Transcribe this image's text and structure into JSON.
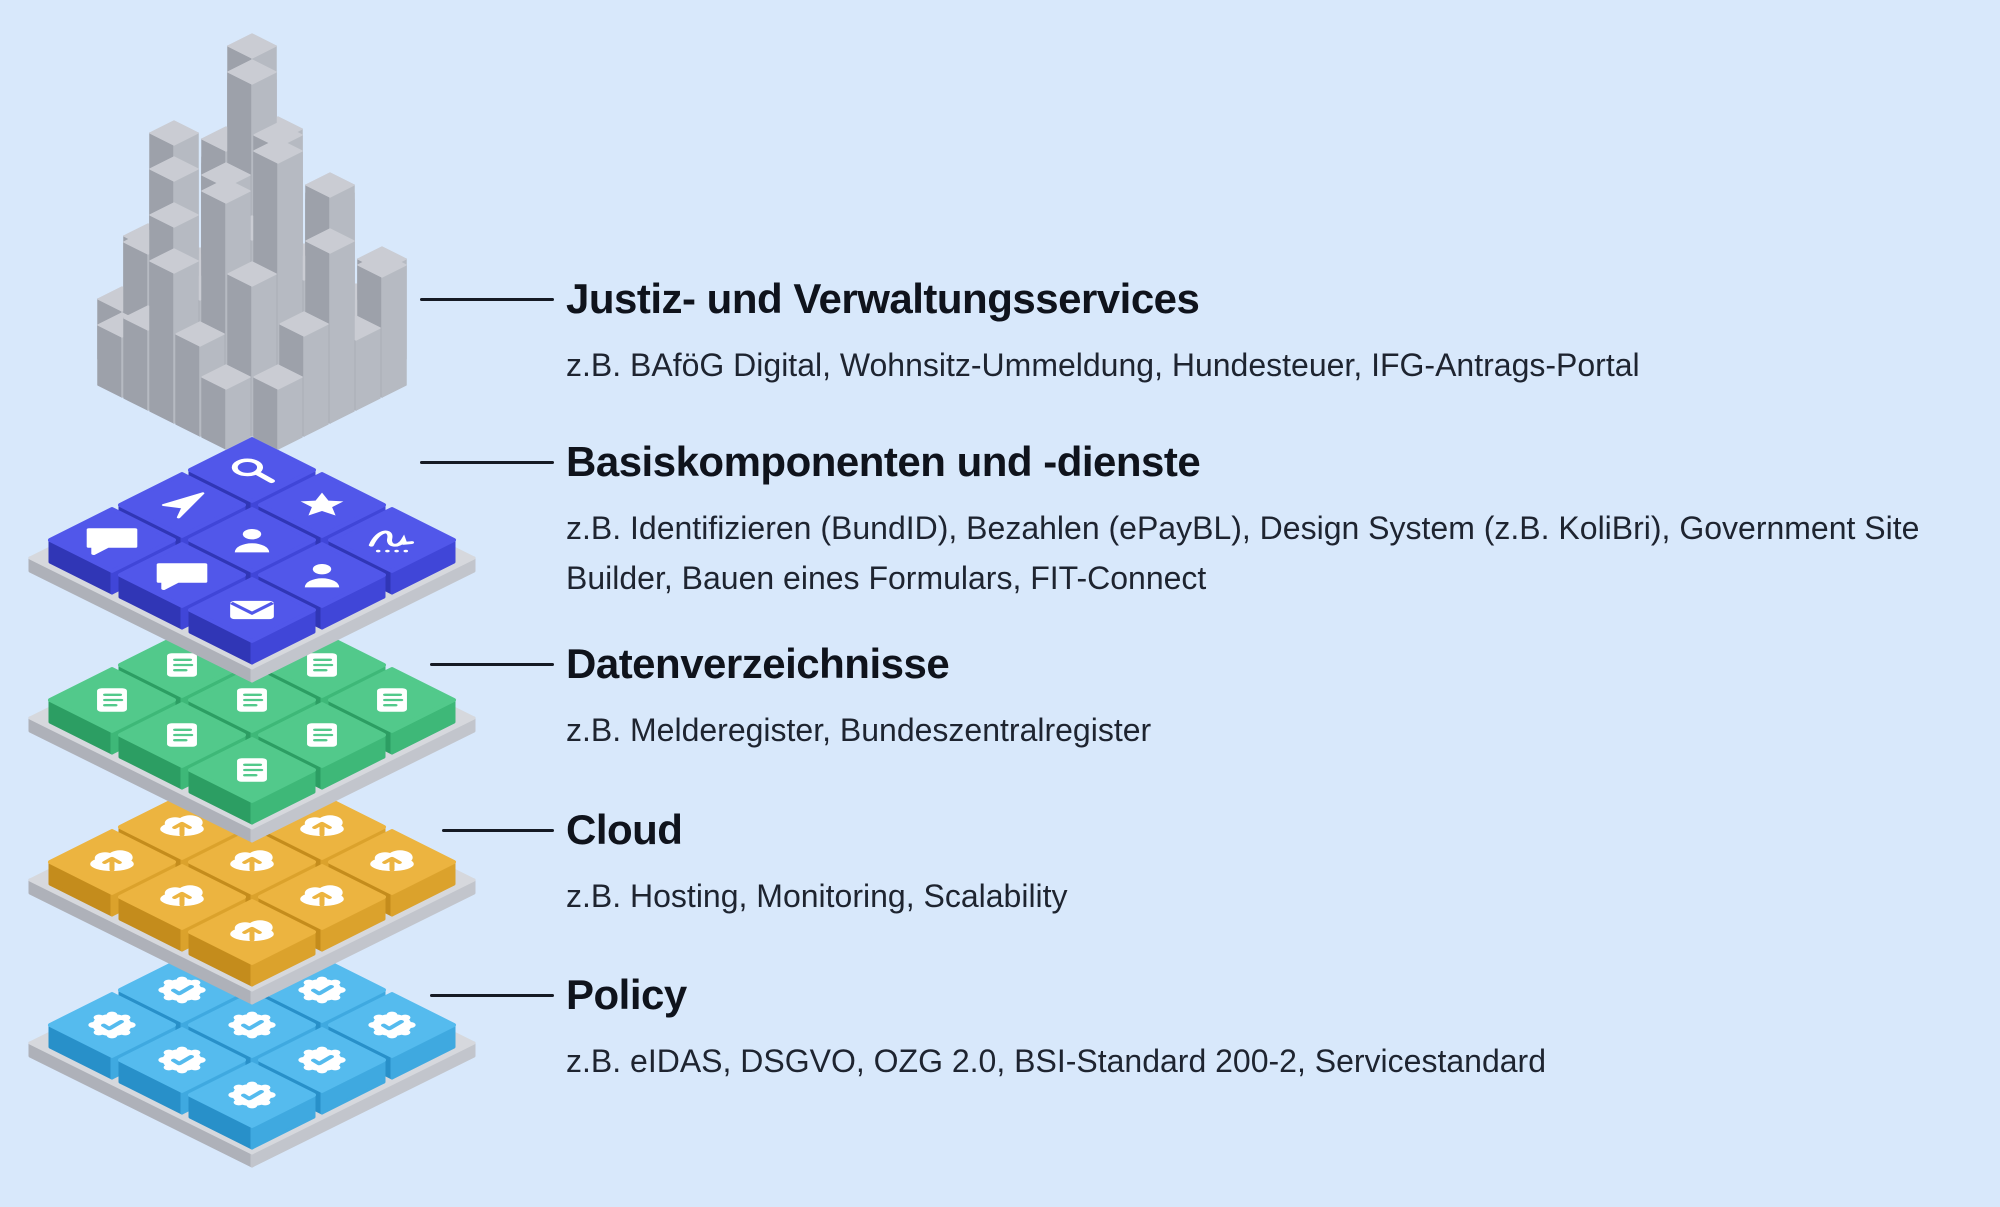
{
  "background_color": "#d8e8fb",
  "title_color": "#0f131c",
  "description_color": "#1e2430",
  "connector_color": "#151a24",
  "platform_colors": {
    "top": "#d6d8dd",
    "left": "#aeb1b9",
    "right": "#c2c5cc"
  },
  "layers": [
    {
      "name": "justiz-und-verwaltungsservices",
      "title": "Justiz- und Verwaltungsservices",
      "description": "z.B. BAföG Digital, Wohnsitz-Ummeldung, Hundesteuer, IFG-Antrags-Portal",
      "illustration": "city-of-gray-blocks",
      "colors": {
        "top": "#caccd3",
        "left": "#9da1aa",
        "right": "#b6bac2"
      }
    },
    {
      "name": "basiskomponenten-und-dienste",
      "title": "Basiskomponenten und -dienste",
      "description": "z.B. Identifizieren (BundID), Bezahlen (ePayBL), Design System (z.B. KoliBri), Government Site Builder, Bauen eines Formulars, FIT-Connect",
      "illustration": "tile-grid",
      "colors": {
        "top": "#5157ea",
        "left": "#3036b6",
        "right": "#4046d8"
      },
      "tile_icons": [
        "search-icon",
        "cursor-icon",
        "star-icon",
        "chat-icon",
        "user-icon",
        "signature-icon",
        "chat-icon",
        "user-icon",
        "mail-icon"
      ]
    },
    {
      "name": "datenverzeichnisse",
      "title": "Datenverzeichnisse",
      "description": "z.B. Melderegister, Bundeszentralregister",
      "illustration": "tile-grid",
      "colors": {
        "top": "#52c98b",
        "left": "#2c9e63",
        "right": "#3eb878"
      },
      "tile_icons": [
        "document-icon"
      ]
    },
    {
      "name": "cloud",
      "title": "Cloud",
      "description": "z.B. Hosting, Monitoring, Scalability",
      "illustration": "tile-grid",
      "colors": {
        "top": "#ecb440",
        "left": "#c48c1c",
        "right": "#dba22c"
      },
      "tile_icons": [
        "cloud-upload-icon"
      ]
    },
    {
      "name": "policy",
      "title": "Policy",
      "description": "z.B. eIDAS, DSGVO, OZG 2.0, BSI-Standard 200-2, Servicestandard",
      "illustration": "tile-grid",
      "colors": {
        "top": "#55bbee",
        "left": "#2890c9",
        "right": "#3fa9e0"
      },
      "tile_icons": [
        "badge-check-icon"
      ]
    }
  ]
}
